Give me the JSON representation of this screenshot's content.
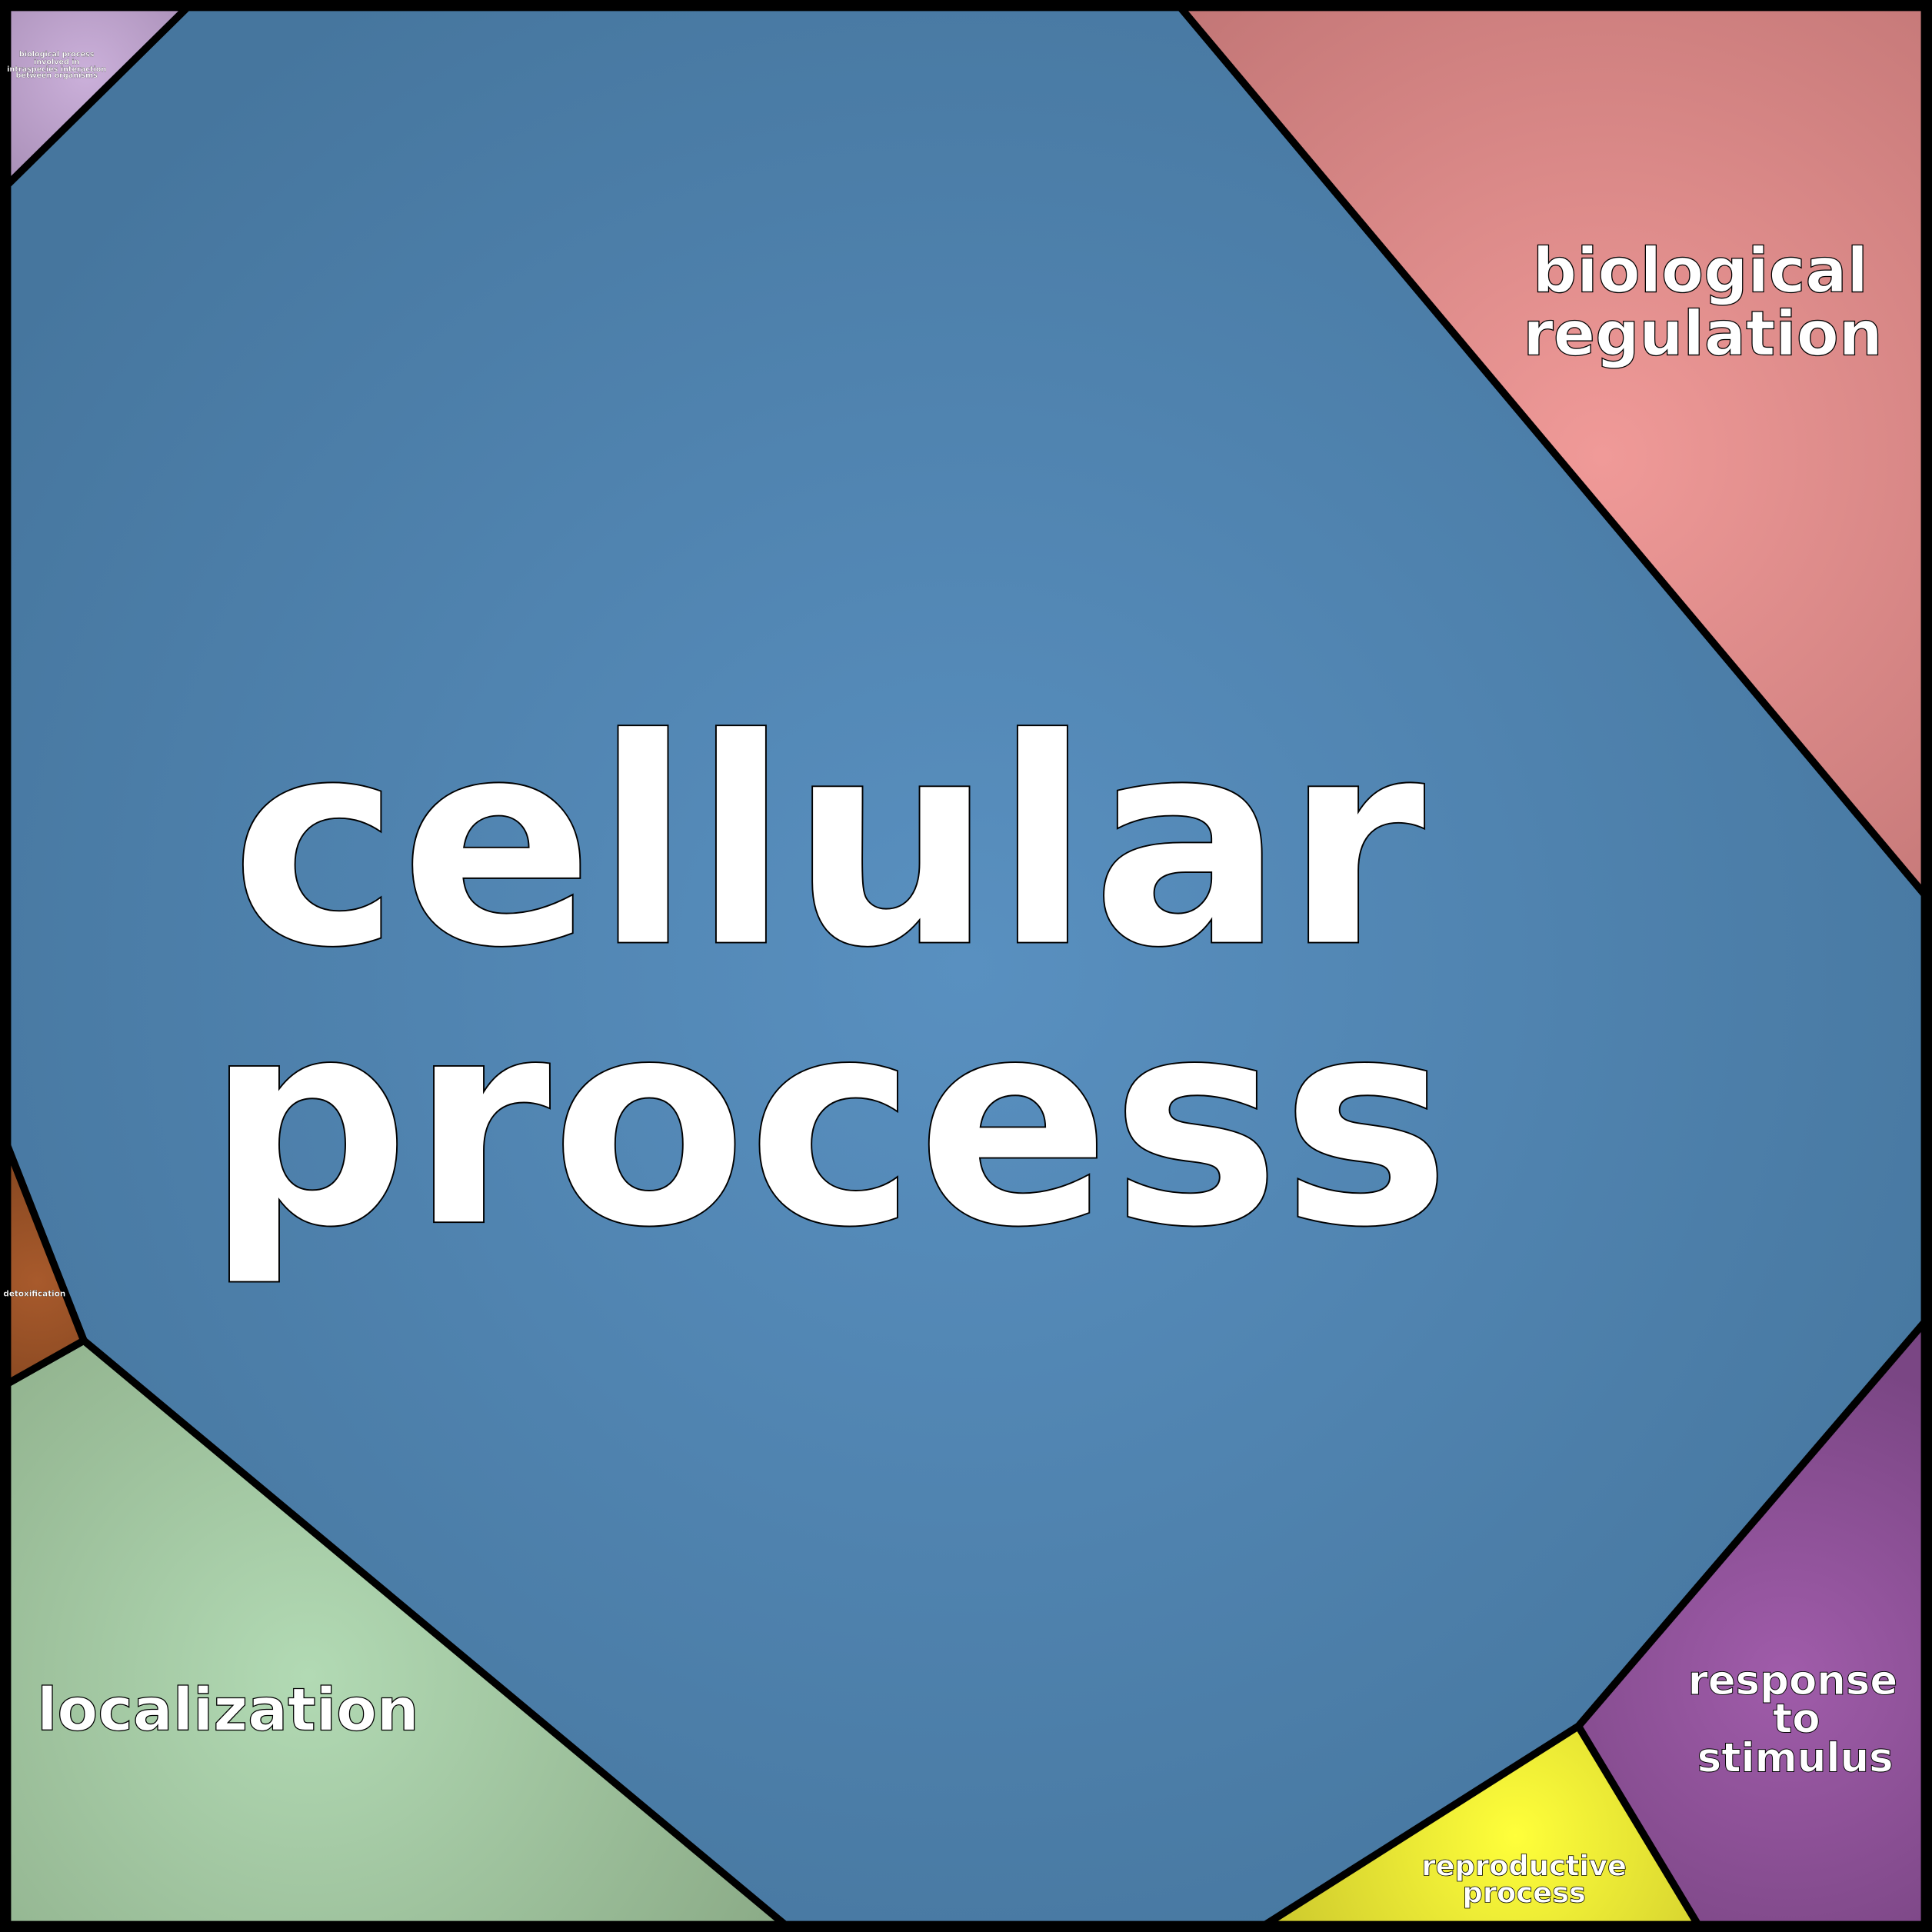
{
  "diagram": {
    "type": "voronoi-treemap",
    "cells": [
      {
        "id": "cellular",
        "lines": [
          "cellular",
          "process"
        ],
        "color": "#568fbf"
      },
      {
        "id": "regulation",
        "lines": [
          "biological",
          "regulation"
        ],
        "color": "#ef9898"
      },
      {
        "id": "localization",
        "lines": [
          "localization"
        ],
        "color": "#b0d8b2"
      },
      {
        "id": "stimulus",
        "lines": [
          "response",
          "to",
          "stimulus"
        ],
        "color": "#9e5ca8"
      },
      {
        "id": "reproductive",
        "lines": [
          "reproductive",
          "process"
        ],
        "color": "#ffff38"
      },
      {
        "id": "detox",
        "lines": [
          "detoxification"
        ],
        "color": "#a4582c"
      },
      {
        "id": "interspecies",
        "lines": [
          "biological process",
          "involved in",
          "intraspecies interaction",
          "between organisms"
        ],
        "color": "#c8acd8"
      }
    ]
  }
}
